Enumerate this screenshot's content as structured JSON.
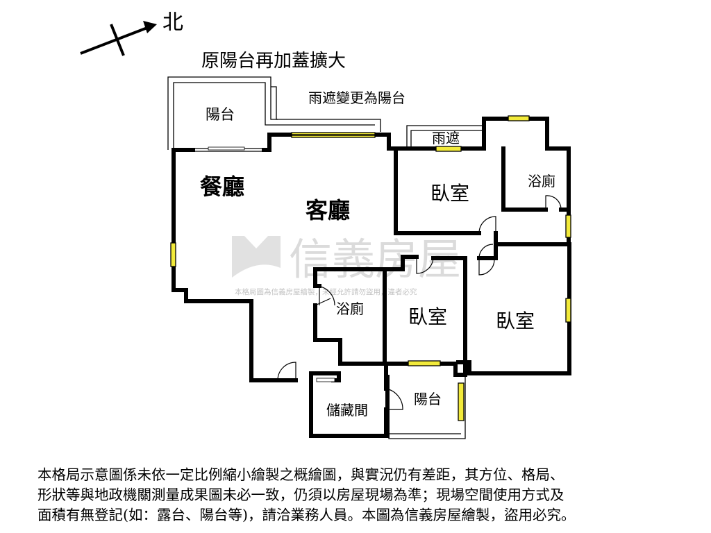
{
  "compass": {
    "north_label": "北"
  },
  "annotations": {
    "balcony_enlarged": "原陽台再加蓋擴大",
    "canopy_to_balcony": "雨遮變更為陽台"
  },
  "rooms": {
    "balcony_top": "陽台",
    "dining": "餐廳",
    "living": "客廳",
    "canopy": "雨遮",
    "bedroom_ne": "臥室",
    "bath_ne": "浴廁",
    "bath_center": "浴廁",
    "bedroom_center": "臥室",
    "bedroom_east": "臥室",
    "storage": "儲藏間",
    "balcony_bottom": "陽台"
  },
  "watermark": {
    "brand": "信義房屋",
    "notice": "本格局圖為信義房屋繪製，未經允許請勿盜用，違者必究"
  },
  "disclaimer": {
    "line1": "本格局示意圖係未依一定比例縮小繪製之概繪圖，與實況仍有差距，其方位、格局、",
    "line2": "形狀等與地政機關測量成果圖未必一致，仍須以房屋現場為準；現場空間使用方式及",
    "line3": "面積有無登記(如：露台、陽台等)，請洽業務人員。本圖為信義房屋繪製，盜用必究。"
  }
}
